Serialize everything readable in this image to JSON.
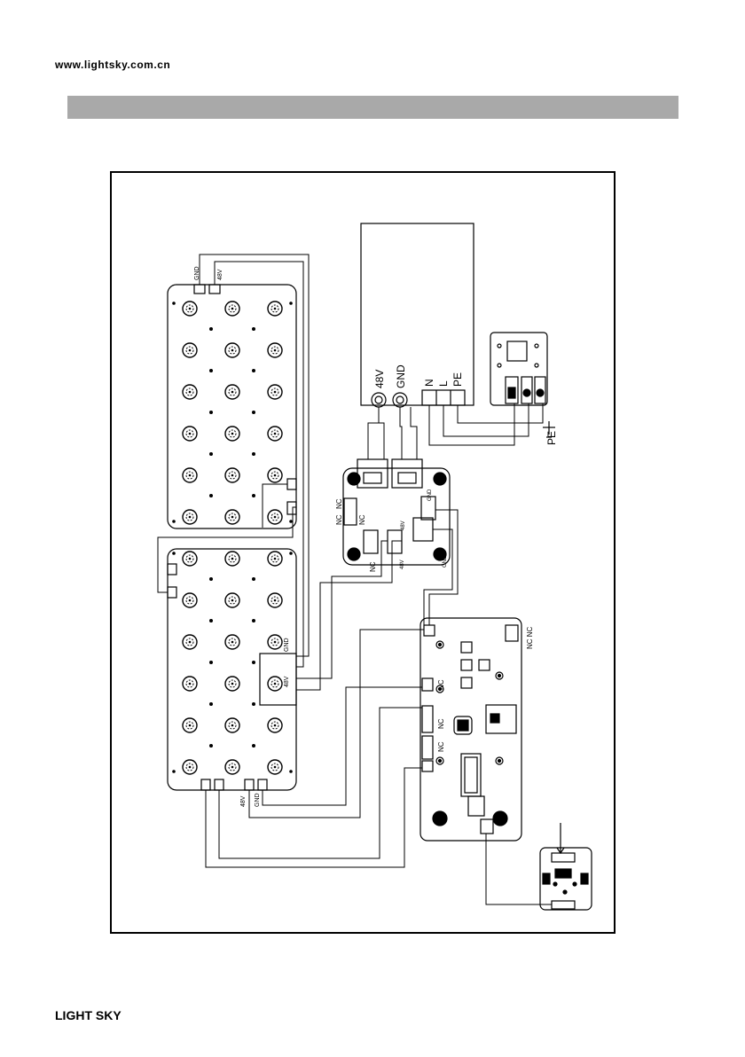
{
  "header": {
    "website": "www.lightsky.com.cn"
  },
  "footer": {
    "brand": "LIGHT SKY"
  },
  "diagram": {
    "psu_labels": {
      "v48": "48V",
      "gnd": "GND",
      "n": "N",
      "l": "L",
      "pe": "PE"
    },
    "socket_pe": "PE",
    "led_top_labels": {
      "gnd": "GND",
      "v48": "48V"
    },
    "led_bottom_labels": {
      "v48": "48V",
      "gnd": "GND"
    },
    "led_mid_labels": {
      "gnd": "GND",
      "v48": "48V"
    },
    "dist_labels": {
      "nc1": "NC",
      "nc2": "NC",
      "nc3": "NC",
      "nc4": "NC",
      "gnd1": "GND",
      "v48a": "48V",
      "v48b": "48V",
      "gnd2": "GND"
    },
    "ctrl_labels": {
      "ncnc": "NC NC",
      "nc1": "NC",
      "nc2": "NC",
      "nc3": "NC"
    }
  }
}
